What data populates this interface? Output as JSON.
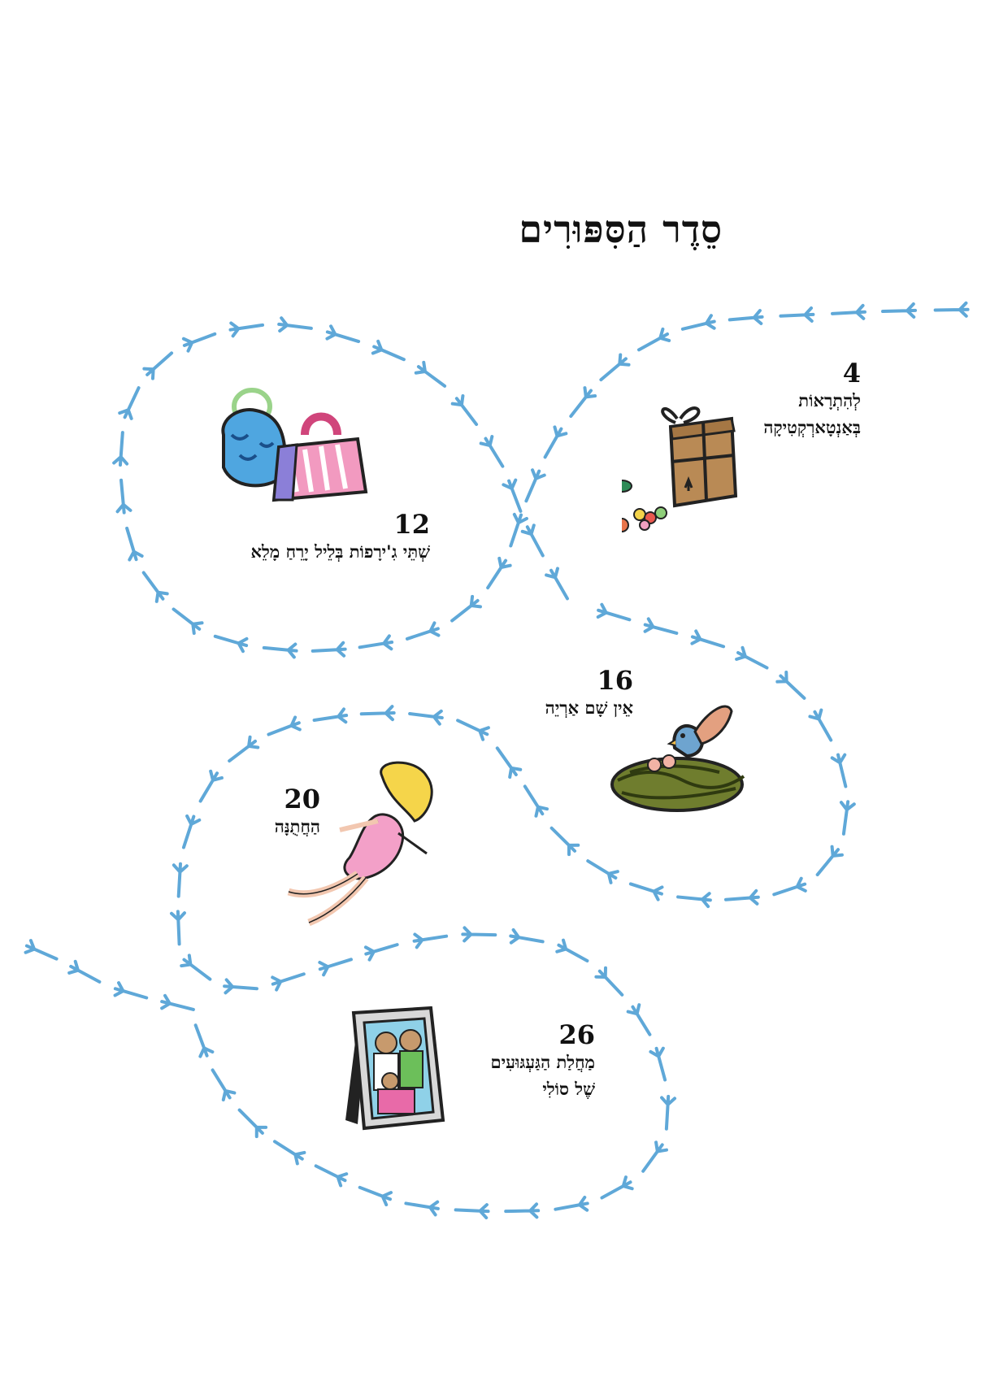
{
  "page": {
    "title": "סֵדֶר הַסִּפּוּרִים",
    "accent_color": "#5fa8d8"
  },
  "contents": [
    {
      "page": "4",
      "lines": [
        "לְהִתְרָאוֹת",
        "בְּאַנְטָארְקְטִיקָה"
      ],
      "illustration": "gift-box-with-candies"
    },
    {
      "page": "12",
      "lines": [
        "שְׁתֵּי גִ'ירָפוֹת בְּלֵיל יָרֵחַ מָלֵא"
      ],
      "illustration": "handbags"
    },
    {
      "page": "16",
      "lines": [
        "אֵין שָׁם אַרְיֵה"
      ],
      "illustration": "bird-nest"
    },
    {
      "page": "20",
      "lines": [
        "הַחֲתֻנָּה"
      ],
      "illustration": "flying-girl"
    },
    {
      "page": "26",
      "lines": [
        "מַחֲלַת הַגַּעְגּוּעִים",
        "שֶׁל סוֹלִי"
      ],
      "illustration": "family-photo-frame"
    }
  ]
}
